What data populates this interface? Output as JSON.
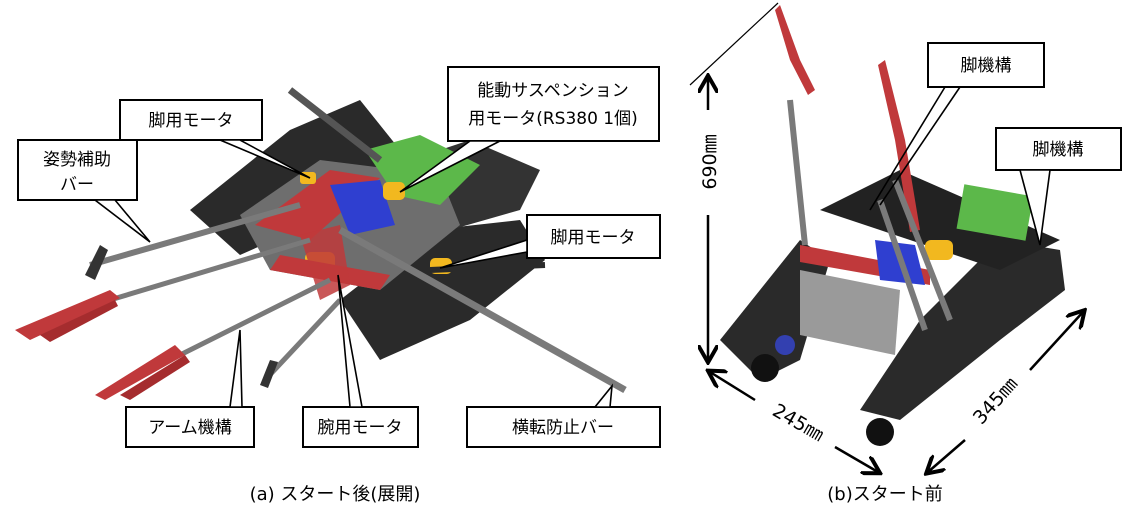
{
  "figure_a": {
    "caption": "(a) スタート後(展開)",
    "callouts": {
      "leg_motor_top": "脚用モータ",
      "suspension_motor_line1": "能動サスペンション",
      "suspension_motor_line2": "用モータ(RS380 1個)",
      "posture_bar_line1": "姿勢補助",
      "posture_bar_line2": "バー",
      "leg_motor_right": "脚用モータ",
      "arm_mechanism": "アーム機構",
      "arm_motor": "腕用モータ",
      "anti_rollover_bar": "横転防止バー"
    }
  },
  "figure_b": {
    "caption": "(b)スタート前",
    "callouts": {
      "leg_mechanism_1": "脚機構",
      "leg_mechanism_2": "脚機構"
    },
    "dimensions": {
      "height": "690㎜",
      "width": "245㎜",
      "length": "345㎜"
    }
  },
  "colors": {
    "frame_red": "#c0393b",
    "body_dark": "#2a2a2a",
    "battery_green": "#5cb84a",
    "motor_blue": "#2f3fd0",
    "motor_yellow": "#f2b81f",
    "bar_gray": "#7a7a7a"
  }
}
